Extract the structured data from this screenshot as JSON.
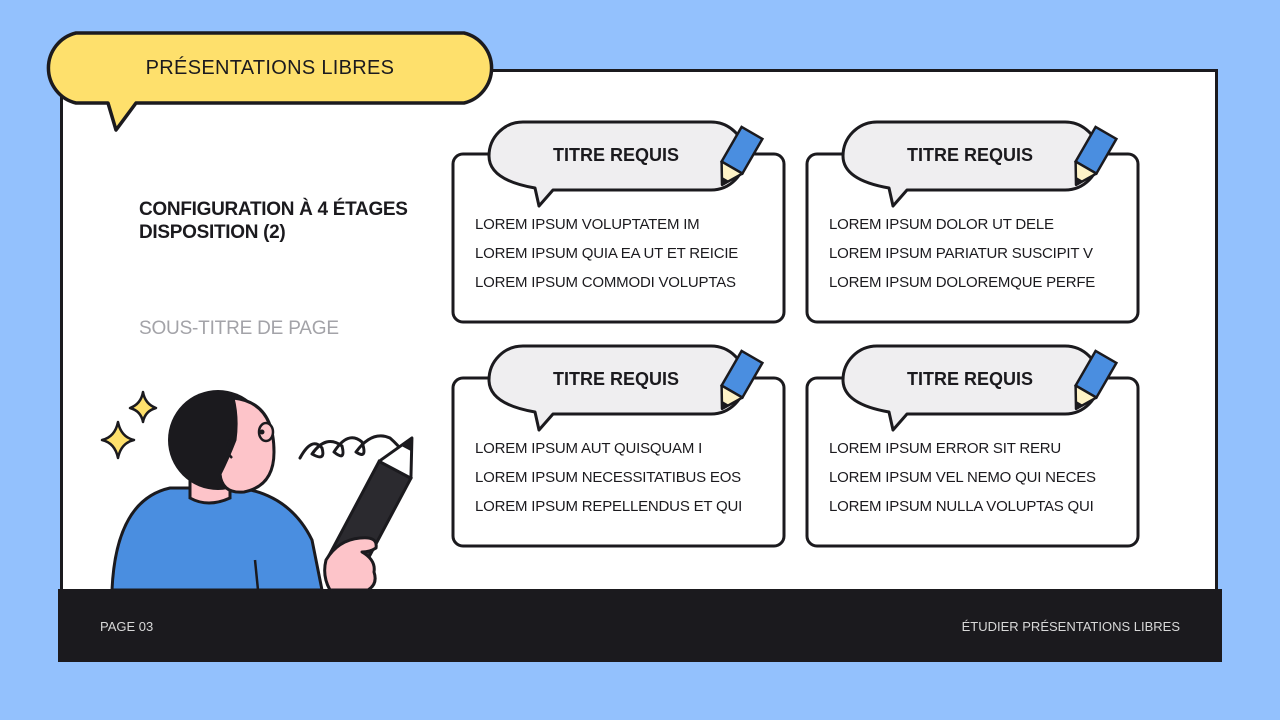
{
  "header": {
    "bubble_title": "PRÉSENTATIONS LIBRES"
  },
  "main": {
    "heading_line1": "CONFIGURATION À 4 ÉTAGES",
    "heading_line2": "DISPOSITION (2)",
    "subtitle": "SOUS-TITRE DE PAGE"
  },
  "cards": [
    {
      "title": "TITRE REQUIS",
      "lines": [
        "LOREM IPSUM VOLUPTATEM IM",
        "LOREM IPSUM QUIA EA UT ET REICIE",
        "LOREM IPSUM COMMODI VOLUPTAS"
      ]
    },
    {
      "title": "TITRE REQUIS",
      "lines": [
        "LOREM IPSUM DOLOR UT DELE",
        "LOREM IPSUM PARIATUR SUSCIPIT V",
        "LOREM IPSUM DOLOREMQUE PERFE"
      ]
    },
    {
      "title": "TITRE REQUIS",
      "lines": [
        "LOREM IPSUM AUT QUISQUAM I",
        "LOREM IPSUM NECESSITATIBUS EOS",
        "LOREM IPSUM REPELLENDUS ET QUI"
      ]
    },
    {
      "title": "TITRE REQUIS",
      "lines": [
        "LOREM IPSUM ERROR SIT RERU",
        "LOREM IPSUM VEL NEMO QUI NECES",
        "LOREM IPSUM NULLA VOLUPTAS QUI"
      ]
    }
  ],
  "footer": {
    "page": "PAGE 03",
    "right": "ÉTUDIER PRÉSENTATIONS LIBRES"
  },
  "colors": {
    "background": "#93c1fd",
    "bubble_yellow": "#fee06c",
    "card_bubble": "#efeef0",
    "pencil_blue": "#4a8ee0",
    "dark": "#1b1a1e"
  },
  "icons": [
    "pencil-icon",
    "sparkle-icon"
  ]
}
